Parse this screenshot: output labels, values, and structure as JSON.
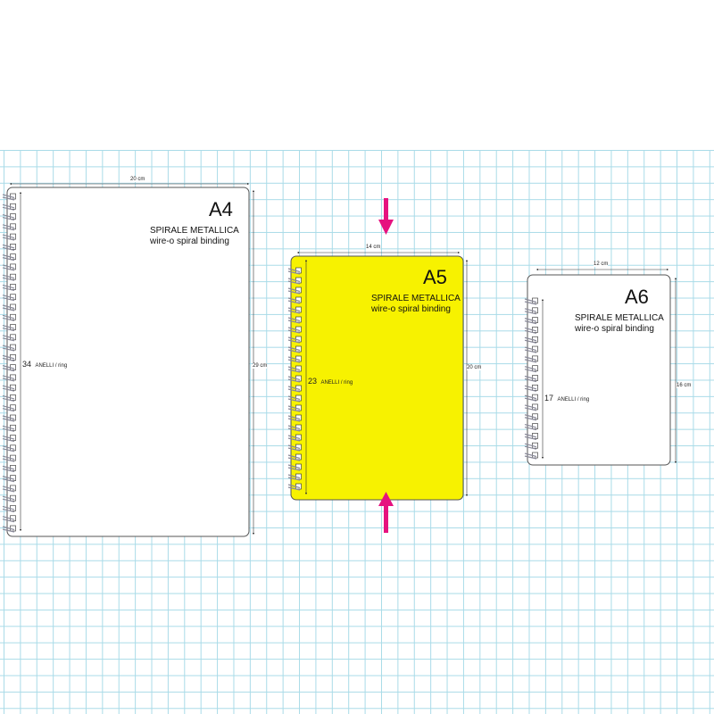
{
  "notebooks": [
    {
      "id": "a4",
      "size_label": "A4",
      "line1": "SPIRALE METALLICA",
      "line2": "wire-o spiral binding",
      "width_label": "20 cm",
      "height_label": "29 cm",
      "ring_count": "34",
      "ring_unit": "ANELLI / ring",
      "rings": 34,
      "highlighted": false
    },
    {
      "id": "a5",
      "size_label": "A5",
      "line1": "SPIRALE METALLICA",
      "line2": "wire-o spiral binding",
      "width_label": "14 cm",
      "height_label": "20 cm",
      "ring_count": "23",
      "ring_unit": "ANELLI / ring",
      "rings": 23,
      "highlighted": true
    },
    {
      "id": "a6",
      "size_label": "A6",
      "line1": "SPIRALE METALLICA",
      "line2": "wire-o spiral binding",
      "width_label": "12 cm",
      "height_label": "16 cm",
      "ring_count": "17",
      "ring_unit": "ANELLI / ring",
      "rings": 17,
      "highlighted": false
    }
  ],
  "colors": {
    "grid_line": "#a9dbe8",
    "highlight_fill": "#f7f200",
    "arrow": "#e6127f",
    "outline": "#555555",
    "ring_wire": "#8a8a9a"
  }
}
